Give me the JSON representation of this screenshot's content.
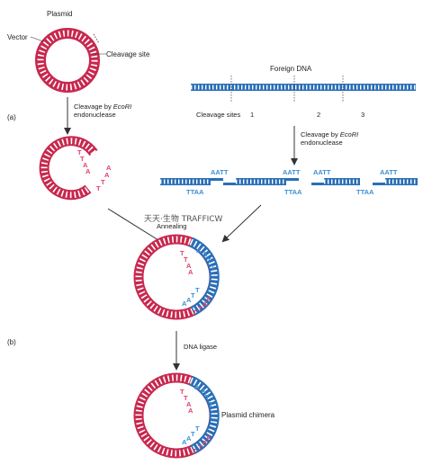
{
  "labels": {
    "plasmid": "Plasmid",
    "vector": "Vector",
    "cleavage_site": "Cleavage site",
    "foreign_dna": "Foreign DNA",
    "panel_a": "(a)",
    "cleavage_line1": "Cleavage by",
    "cleavage_enzyme": "EcoRI",
    "cleavage_line2": "endonuclease",
    "cleavage_sites": "Cleavage sites",
    "site1": "1",
    "site2": "2",
    "site3": "3",
    "annealing": "Annealing",
    "panel_b": "(b)",
    "dna_ligase": "DNA ligase",
    "plasmid_chimera": "Plasmid chimera",
    "watermark": "天天·生物 TRAFFICW"
  },
  "sequences": {
    "aatt": "AATT",
    "ttaa": "TTAA",
    "sticky_a": [
      "A",
      "A",
      "T",
      "T"
    ],
    "sticky_t": [
      "T",
      "T",
      "A",
      "A"
    ]
  },
  "colors": {
    "plasmid": "#c8284e",
    "plasmid_rung": "#ffffff",
    "foreign": "#2a6fb6",
    "seq_blue": "#3a8fd6",
    "seq_red": "#e0406a",
    "arrow": "#333333"
  }
}
